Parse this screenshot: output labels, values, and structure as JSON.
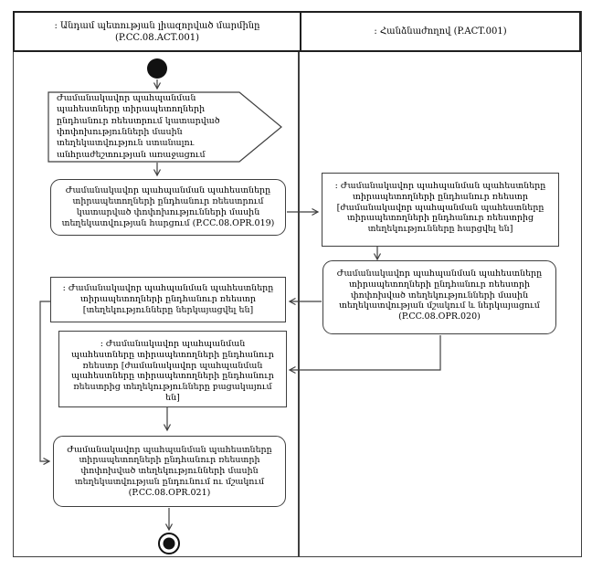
{
  "diagram_title": "Activity diagram — temporary storage warehouses keepers common register information exchange",
  "colors": {
    "line_color": "#3f3f3f",
    "header_border": "#1f1f1f",
    "text_color": "#000000",
    "bg_color": "#ffffff"
  },
  "lanes": {
    "left": {
      "line1": ": Անդամ պետության լիազորված մարմինը",
      "line2": "(P.CC.08.ACT.001)"
    },
    "right": {
      "title": ": Հանձնաժողով (P.ACT.001)"
    }
  },
  "nodes": {
    "start_event": {
      "text": "Ժամանակավոր պահպանման պահեստները տիրապետողների ընդհանուր ռեեստրում կատարված փոփոխությունների մասին տեղեկատվություն ստանալու անհրաժեշտության առաջացում"
    },
    "opr019": {
      "text": "Ժամանակավոր պահպանման պահեստները տիրապետողների ընդհանուր ռեեստրում կատարված փոփոխությունների մասին տեղեկատվության հարցում (P.CC.08.OPR.019)"
    },
    "registry_requested": {
      "text": ": Ժամանակավոր պահպանման պահեստները տիրապետողների ընդհանուր ռեեստր [ժամանակավոր պահպանման պահեստները տիրապետողների ընդհանուր ռեեստրից տեղեկությունները հարցվել են]"
    },
    "opr020": {
      "text": "Ժամանակավոր պահպանման պահեստները տիրապետողների ընդհանուր ռեեստրի փոփոխված տեղեկությունների մասին տեղեկատվության մշակում և ներկայացում (P.CC.08.OPR.020)"
    },
    "registry_presented": {
      "text": ": Ժամանակավոր պահպանման պահեստները տիրապետողների ընդհանուր ռեեստր [տեղեկությունները ներկայացվել են]"
    },
    "registry_missing": {
      "text": ": Ժամանակավոր պահպանման պահեստները տիրապետողների ընդհանուր ռեեստր [ժամանակավոր պահպանման պահեստները տիրապետողների ընդհանուր ռեեստրից տեղեկությունները բացակայում են]"
    },
    "opr021": {
      "text": "Ժամանակավոր պահպանման պահեստները տիրապետողների ընդհանուր ռեեստրի փոփոխված տեղեկությունների մասին տեղեկատվության ընդունում ու մշակում (P.CC.08.OPR.021)"
    }
  }
}
